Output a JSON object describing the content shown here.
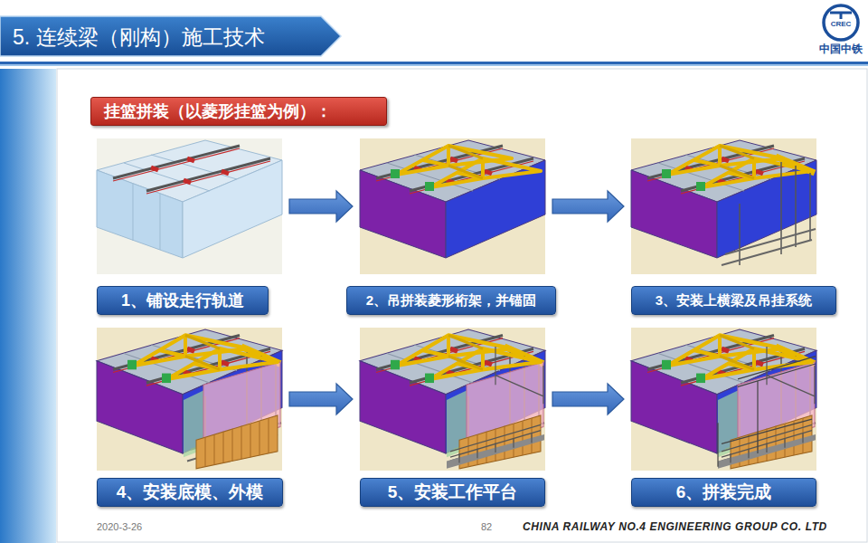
{
  "diagram": {
    "title": "5. 连续梁（刚构）施工技术",
    "nodes": [
      {
        "text": [
          "挂篮拼装（以菱形挂篮为例）："
        ]
      },
      {
        "text": [
          "1、铺设走行轨道"
        ]
      },
      {
        "text": [
          "2、吊拼装菱形桁架，并锚固"
        ]
      },
      {
        "text": [
          "3、安装上横梁及吊挂系统"
        ]
      },
      {
        "text": [
          "4、安装底模、外模"
        ]
      },
      {
        "text": [
          "5、安装工作平台"
        ]
      },
      {
        "text": [
          "6、拼装完成"
        ]
      }
    ],
    "edges": [
      {
        "from": 1,
        "to": 2,
        "arrow": "to"
      },
      {
        "from": 2,
        "to": 3,
        "arrow": "to"
      },
      {
        "from": 4,
        "to": 5,
        "arrow": "to"
      },
      {
        "from": 5,
        "to": 6,
        "arrow": "to"
      }
    ],
    "labels": [
      "中国中铁",
      "CREC",
      "2020-3-26",
      "82",
      "CHINA RAILWAY NO.4 ENGINEERING GROUP CO. LTD"
    ]
  }
}
